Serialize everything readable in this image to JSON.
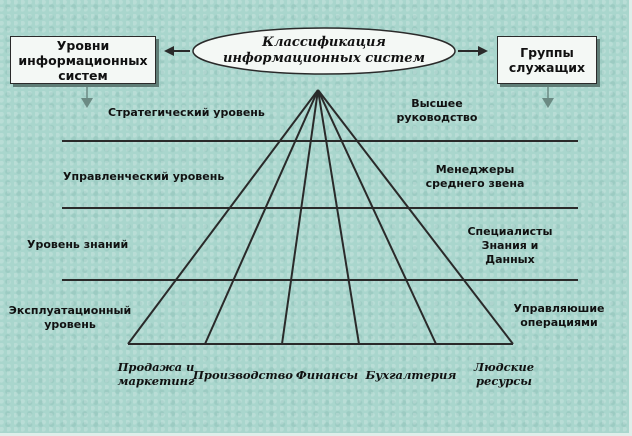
{
  "center_title": "Классификация\nинформационных систем",
  "left_box": "Уровни\nинформационных\nсистем",
  "right_box": "Группы\nслужащих",
  "levels": {
    "strategic": "Стратегический уровень",
    "management": "Управленческий уровень",
    "knowledge": "Уровень знаний",
    "operational": "Эксплуатационный\nуровень"
  },
  "employees": {
    "top": "Высшее\nруководство",
    "middle": "Менеджеры\nсреднего звена",
    "specialists": "Специалисты\nЗнания и\nДанных",
    "operations": "Управляюшие\nоперациями"
  },
  "areas": {
    "sales": "Продажа и\nмаркетинг",
    "production": "Производство",
    "finance": "Финансы",
    "accounting": "Бухгалтерия",
    "hr": "Людские\nресурсы"
  },
  "colors": {
    "background": "#a9d6cd",
    "line": "#2a2a2a",
    "box_fill": "#f4f8f5"
  }
}
